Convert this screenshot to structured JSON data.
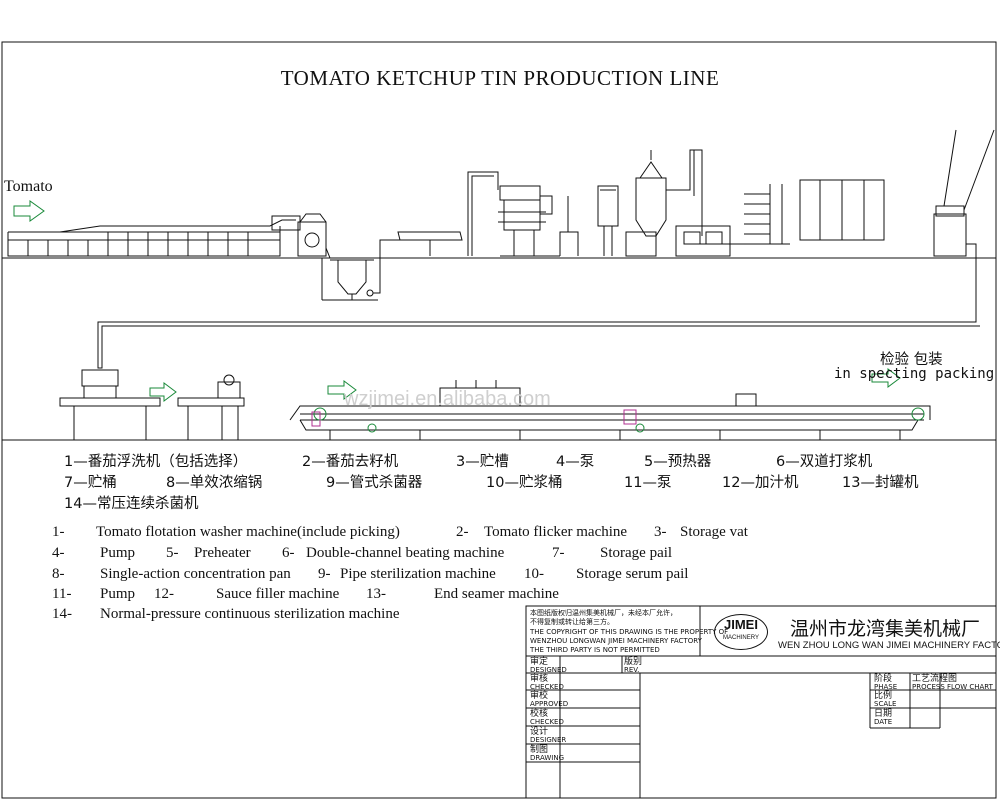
{
  "title": "TOMATO  KETCHUP  TIN PRODUCTION  LINE",
  "labels": {
    "tomato": "Tomato",
    "inspect_cn": "检验 包装",
    "inspect_en": "in specting  packing"
  },
  "watermark": "wzjimei.en.alibaba.com",
  "cn_items": [
    "1—番茄浮洗机（包括选择）",
    "2—番茄去籽机",
    "3—贮槽",
    "4—泵",
    "5—预热器",
    "6—双道打浆机",
    "7—贮桶",
    "8—单效浓缩锅",
    "9—管式杀菌器",
    "10—贮浆桶",
    "11—泵",
    "12—加汁机",
    "13—封罐机",
    "14—常压连续杀菌机"
  ],
  "legend": {
    "row1": {
      "n1": "1-",
      "t1": "Tomato flotation washer machine(include picking)",
      "n2": "2-",
      "t2": "Tomato flicker machine",
      "n3": "3-",
      "t3": "Storage vat"
    },
    "row2": {
      "n1": "4-",
      "t1": "Pump",
      "n2": "5-",
      "t2": "Preheater",
      "n3": "6-",
      "t3": "Double-channel beating machine",
      "n4": "7-",
      "t4": "Storage pail"
    },
    "row3": {
      "n1": "8-",
      "t1": "Single-action concentration pan",
      "n2": "9-",
      "t2": "Pipe sterilization machine",
      "n3": "10-",
      "t3": "Storage serum pail"
    },
    "row4": {
      "n1": "11-",
      "t1": "Pump",
      "n2": "12-",
      "t2": "Sauce filler machine",
      "n3": "13-",
      "t3": "End seamer machine"
    },
    "row5": {
      "n1": "14-",
      "t1": "Normal-pressure continuous sterilization machine"
    }
  },
  "title_block": {
    "notice_lines": [
      "本图纸版权归温州集美机械厂，未经本厂允许，",
      "不得复制或转让给第三方。",
      "THE COPYRIGHT OF THIS DRAWING IS THE PROPERTY OF",
      "WENZHOU LONGWAN JIMEI MACHINERY FACTORY",
      "THE THIRD PARTY IS NOT PERMITTED"
    ],
    "logo": "JIMEI",
    "logo_sub": "MACHINERY",
    "company_cn": "温州市龙湾集美机械厂",
    "company_en": "WEN ZHOU LONG WAN JIMEI MACHINERY FACTORY",
    "left_rows": [
      {
        "cn": "审定",
        "en": "DESIGNED"
      },
      {
        "cn": "审核",
        "en": "CHECKED"
      },
      {
        "cn": "审校",
        "en": "APPROVED"
      },
      {
        "cn": "校核",
        "en": "CHECKED"
      },
      {
        "cn": "设计",
        "en": "DESIGNER"
      },
      {
        "cn": "制图",
        "en": "DRAWING"
      }
    ],
    "version": {
      "cn": "版别",
      "en": "REV."
    },
    "phase": {
      "cn": "阶段",
      "en": "PHASE"
    },
    "scale": {
      "cn": "比例",
      "en": "SCALE"
    },
    "date": {
      "cn": "日期",
      "en": "DATE"
    },
    "drawing_name": {
      "cn": "工艺流程图",
      "en": "PROCESS FLOW CHART"
    }
  }
}
